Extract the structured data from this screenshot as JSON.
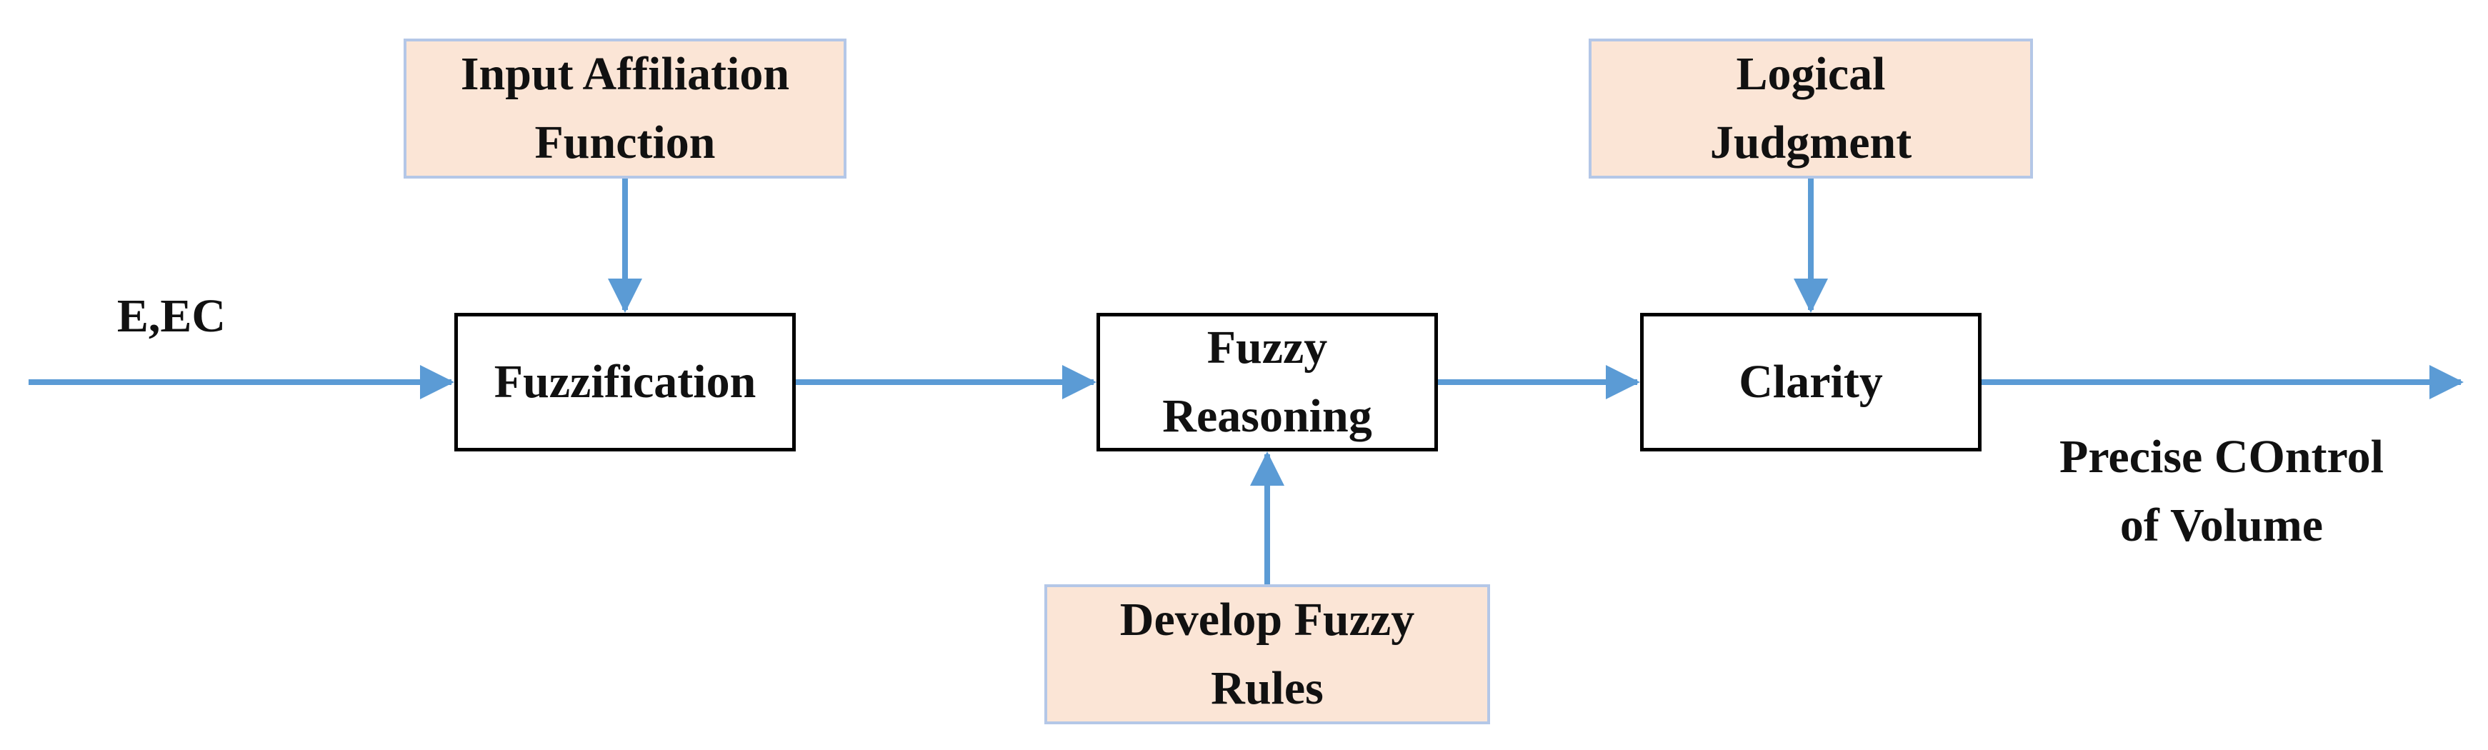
{
  "input_label": "E,EC",
  "output_label": [
    "Precise COntrol",
    "of Volume"
  ],
  "blocks": {
    "fuzzification": "Fuzzification",
    "fuzzy_reasoning": [
      "Fuzzy",
      "Reasoning"
    ],
    "clarity": "Clarity"
  },
  "aux_blocks": {
    "input_affiliation": [
      "Input Affiliation",
      "Function"
    ],
    "develop_rules": [
      "Develop Fuzzy",
      "Rules"
    ],
    "logical_judgment": [
      "Logical",
      "Judgment"
    ]
  },
  "colors": {
    "arrow": "#5b9bd5",
    "aux_fill": "#fbe5d6",
    "aux_border": "#b4c7e7",
    "process_border": "#000000"
  }
}
